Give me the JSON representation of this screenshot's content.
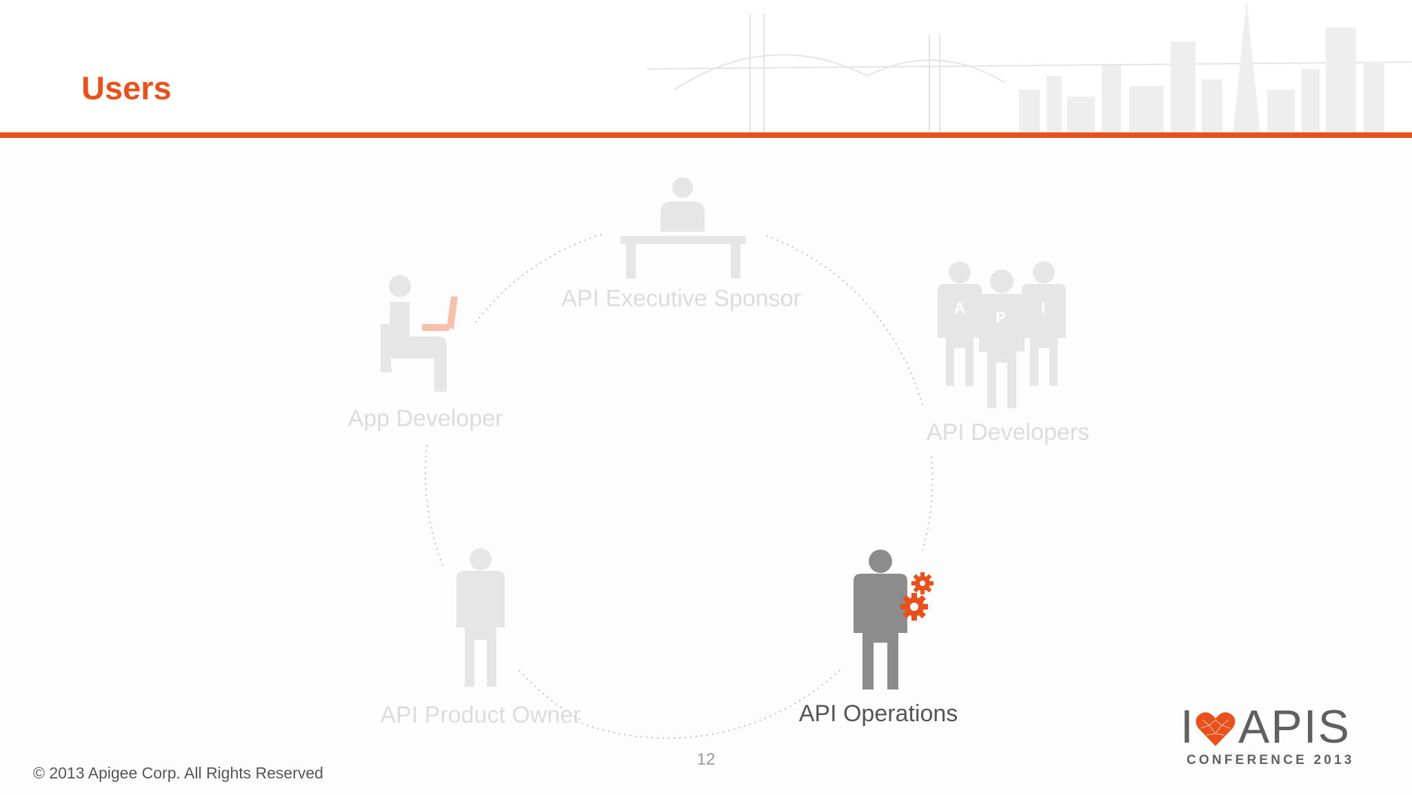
{
  "slide": {
    "title": "Users",
    "page_number": "12",
    "footer": "© 2013 Apigee Corp. All Rights Reserved"
  },
  "roles": [
    {
      "label": "API Executive Sponsor",
      "active": false,
      "icon": "executive-at-desk-icon"
    },
    {
      "label": "API Developers",
      "active": false,
      "icon": "developer-group-icon"
    },
    {
      "label": "API Operations",
      "active": true,
      "icon": "operations-person-gears-icon"
    },
    {
      "label": "API Product Owner",
      "active": false,
      "icon": "person-standing-icon"
    },
    {
      "label": "App Developer",
      "active": false,
      "icon": "person-at-laptop-icon"
    }
  ],
  "logo": {
    "prefix": "I",
    "wordmark": "APIS",
    "subtitle": "CONFERENCE 2013"
  },
  "colors": {
    "accent": "#e8501c",
    "inactive": "#dcdcdc",
    "active_figure": "#8c8c8c",
    "active_label": "#555555"
  }
}
